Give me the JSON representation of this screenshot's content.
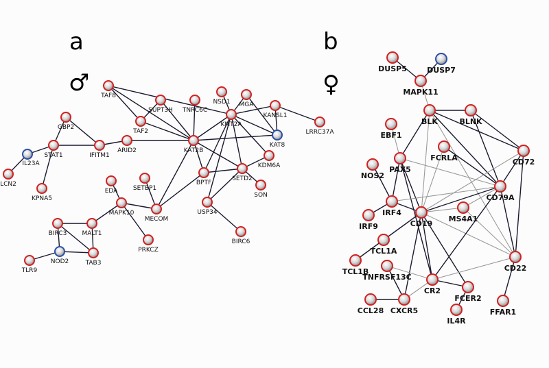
{
  "panels": [
    {
      "letter": "a",
      "symbol": "♂",
      "nodes": [
        {
          "id": "TAF8",
          "type": "red"
        },
        {
          "id": "SUPT3H",
          "type": "red"
        },
        {
          "id": "TAF2",
          "type": "red"
        },
        {
          "id": "TNRC6C",
          "type": "red"
        },
        {
          "id": "NSD1",
          "type": "red"
        },
        {
          "id": "MGA",
          "type": "red"
        },
        {
          "id": "KANSL1",
          "type": "red"
        },
        {
          "id": "KMT2A",
          "type": "red"
        },
        {
          "id": "LRRC37A",
          "type": "red"
        },
        {
          "id": "KAT8",
          "type": "blue"
        },
        {
          "id": "KAT2B",
          "type": "red"
        },
        {
          "id": "KDM6A",
          "type": "red"
        },
        {
          "id": "SETD2",
          "type": "red"
        },
        {
          "id": "BPTF",
          "type": "red"
        },
        {
          "id": "SON",
          "type": "red"
        },
        {
          "id": "USP34",
          "type": "red"
        },
        {
          "id": "BIRC6",
          "type": "red"
        },
        {
          "id": "GBP2",
          "type": "red"
        },
        {
          "id": "STAT1",
          "type": "red"
        },
        {
          "id": "IFITM1",
          "type": "red"
        },
        {
          "id": "ARID2",
          "type": "red"
        },
        {
          "id": "IL23A",
          "type": "blue"
        },
        {
          "id": "LCN2",
          "type": "red"
        },
        {
          "id": "KPNA5",
          "type": "red"
        },
        {
          "id": "EDA",
          "type": "red"
        },
        {
          "id": "SETBP1",
          "type": "red"
        },
        {
          "id": "MAPK10",
          "type": "red"
        },
        {
          "id": "MECOM",
          "type": "red"
        },
        {
          "id": "PRKCZ",
          "type": "red"
        },
        {
          "id": "BIRC3",
          "type": "red"
        },
        {
          "id": "MALT1",
          "type": "red"
        },
        {
          "id": "NOD2",
          "type": "blue"
        },
        {
          "id": "TAB3",
          "type": "red"
        },
        {
          "id": "TLR9",
          "type": "red"
        }
      ],
      "edges": [
        [
          "TAF8",
          "TAF2"
        ],
        [
          "TAF8",
          "KAT2B"
        ],
        [
          "TAF8",
          "KMT2A"
        ],
        [
          "SUPT3H",
          "TAF2"
        ],
        [
          "SUPT3H",
          "KAT2B"
        ],
        [
          "TAF2",
          "KAT2B"
        ],
        [
          "TNRC6C",
          "KAT2B"
        ],
        [
          "KMT2A",
          "KAT2B"
        ],
        [
          "KMT2A",
          "NSD1"
        ],
        [
          "KMT2A",
          "MGA"
        ],
        [
          "KMT2A",
          "KANSL1"
        ],
        [
          "KMT2A",
          "KAT8"
        ],
        [
          "KMT2A",
          "KDM6A"
        ],
        [
          "KMT2A",
          "SETD2"
        ],
        [
          "KMT2A",
          "BPTF"
        ],
        [
          "KMT2A",
          "USP34"
        ],
        [
          "MGA",
          "KAT8"
        ],
        [
          "KANSL1",
          "KAT8"
        ],
        [
          "KANSL1",
          "LRRC37A"
        ],
        [
          "KAT2B",
          "KAT8"
        ],
        [
          "KAT2B",
          "SETD2"
        ],
        [
          "KAT2B",
          "BPTF"
        ],
        [
          "KAT2B",
          "MECOM"
        ],
        [
          "BPTF",
          "SETD2"
        ],
        [
          "SETD2",
          "KDM6A"
        ],
        [
          "SETD2",
          "SON"
        ],
        [
          "SETD2",
          "USP34"
        ],
        [
          "USP34",
          "BIRC6"
        ],
        [
          "GBP2",
          "STAT1"
        ],
        [
          "GBP2",
          "IFITM1"
        ],
        [
          "STAT1",
          "IFITM1"
        ],
        [
          "STAT1",
          "IL23A"
        ],
        [
          "STAT1",
          "KPNA5"
        ],
        [
          "IFITM1",
          "ARID2"
        ],
        [
          "IL23A",
          "LCN2"
        ],
        [
          "ARID2",
          "KAT2B"
        ],
        [
          "EDA",
          "MAPK10"
        ],
        [
          "SETBP1",
          "MECOM"
        ],
        [
          "MAPK10",
          "MECOM"
        ],
        [
          "MAPK10",
          "PRKCZ"
        ],
        [
          "MAPK10",
          "MALT1"
        ],
        [
          "BIRC3",
          "MALT1"
        ],
        [
          "BIRC3",
          "NOD2"
        ],
        [
          "BIRC3",
          "TAB3"
        ],
        [
          "MALT1",
          "TAB3"
        ],
        [
          "NOD2",
          "TAB3"
        ],
        [
          "NOD2",
          "TLR9"
        ],
        [
          "BPTF",
          "MECOM"
        ]
      ]
    },
    {
      "letter": "b",
      "symbol": "♀",
      "nodes": [
        {
          "id": "DUSP5",
          "type": "red"
        },
        {
          "id": "DUSP7",
          "type": "blue"
        },
        {
          "id": "MAPK11",
          "type": "red"
        },
        {
          "id": "BLK",
          "type": "red"
        },
        {
          "id": "BLNK",
          "type": "red"
        },
        {
          "id": "EBF1",
          "type": "red"
        },
        {
          "id": "FCRLA",
          "type": "red"
        },
        {
          "id": "CD72",
          "type": "red"
        },
        {
          "id": "PAX5",
          "type": "red"
        },
        {
          "id": "NOS2",
          "type": "red"
        },
        {
          "id": "CD79A",
          "type": "red"
        },
        {
          "id": "IRF4",
          "type": "red"
        },
        {
          "id": "MS4A1",
          "type": "red"
        },
        {
          "id": "IRF9",
          "type": "red"
        },
        {
          "id": "CD19",
          "type": "red"
        },
        {
          "id": "TCL1A",
          "type": "red"
        },
        {
          "id": "TCL1B",
          "type": "red"
        },
        {
          "id": "TNFRSF13C",
          "type": "red"
        },
        {
          "id": "CD22",
          "type": "red"
        },
        {
          "id": "CR2",
          "type": "red"
        },
        {
          "id": "FCER2",
          "type": "red"
        },
        {
          "id": "CCL28",
          "type": "red"
        },
        {
          "id": "CXCR5",
          "type": "red"
        },
        {
          "id": "IL4R",
          "type": "red"
        },
        {
          "id": "FFAR1",
          "type": "red"
        }
      ],
      "edges": [
        [
          "DUSP5",
          "MAPK11"
        ],
        [
          "DUSP7",
          "MAPK11"
        ],
        [
          "MAPK11",
          "BLK"
        ],
        [
          "BLK",
          "BLNK"
        ],
        [
          "BLK",
          "PAX5"
        ],
        [
          "BLK",
          "CD19"
        ],
        [
          "BLK",
          "CD79A"
        ],
        [
          "BLK",
          "CD72"
        ],
        [
          "BLK",
          "CD22"
        ],
        [
          "BLNK",
          "CD79A"
        ],
        [
          "BLNK",
          "CD72"
        ],
        [
          "EBF1",
          "PAX5"
        ],
        [
          "PAX5",
          "CD19"
        ],
        [
          "PAX5",
          "IRF4"
        ],
        [
          "PAX5",
          "CD79A"
        ],
        [
          "PAX5",
          "CR2"
        ],
        [
          "FCRLA",
          "CD79A"
        ],
        [
          "FCRLA",
          "CD19"
        ],
        [
          "CD72",
          "CD79A"
        ],
        [
          "CD72",
          "CD22"
        ],
        [
          "CD72",
          "CD19"
        ],
        [
          "NOS2",
          "IRF4"
        ],
        [
          "IRF4",
          "IRF9"
        ],
        [
          "IRF4",
          "CD79A"
        ],
        [
          "IRF4",
          "CD19"
        ],
        [
          "CD19",
          "CD79A"
        ],
        [
          "CD19",
          "MS4A1"
        ],
        [
          "CD19",
          "TCL1A"
        ],
        [
          "CD19",
          "CR2"
        ],
        [
          "CD19",
          "CD22"
        ],
        [
          "CD19",
          "FCER2"
        ],
        [
          "CD19",
          "CXCR5"
        ],
        [
          "CD79A",
          "MS4A1"
        ],
        [
          "CD79A",
          "CD22"
        ],
        [
          "CD79A",
          "CR2"
        ],
        [
          "CD22",
          "CR2"
        ],
        [
          "CD22",
          "FFAR1"
        ],
        [
          "TCL1A",
          "TCL1B"
        ],
        [
          "TNFRSF13C",
          "CR2"
        ],
        [
          "TNFRSF13C",
          "CXCR5"
        ],
        [
          "CR2",
          "FCER2"
        ],
        [
          "CR2",
          "CXCR5"
        ],
        [
          "CCL28",
          "CXCR5"
        ],
        [
          "FCER2",
          "IL4R"
        ],
        [
          "MS4A1",
          "CD22"
        ]
      ]
    }
  ],
  "colors": {
    "red_ring": "#d42020",
    "blue_ring": "#2c4fa8",
    "edge": "#1a1a2e",
    "edge_light": "#9a9a9a"
  }
}
